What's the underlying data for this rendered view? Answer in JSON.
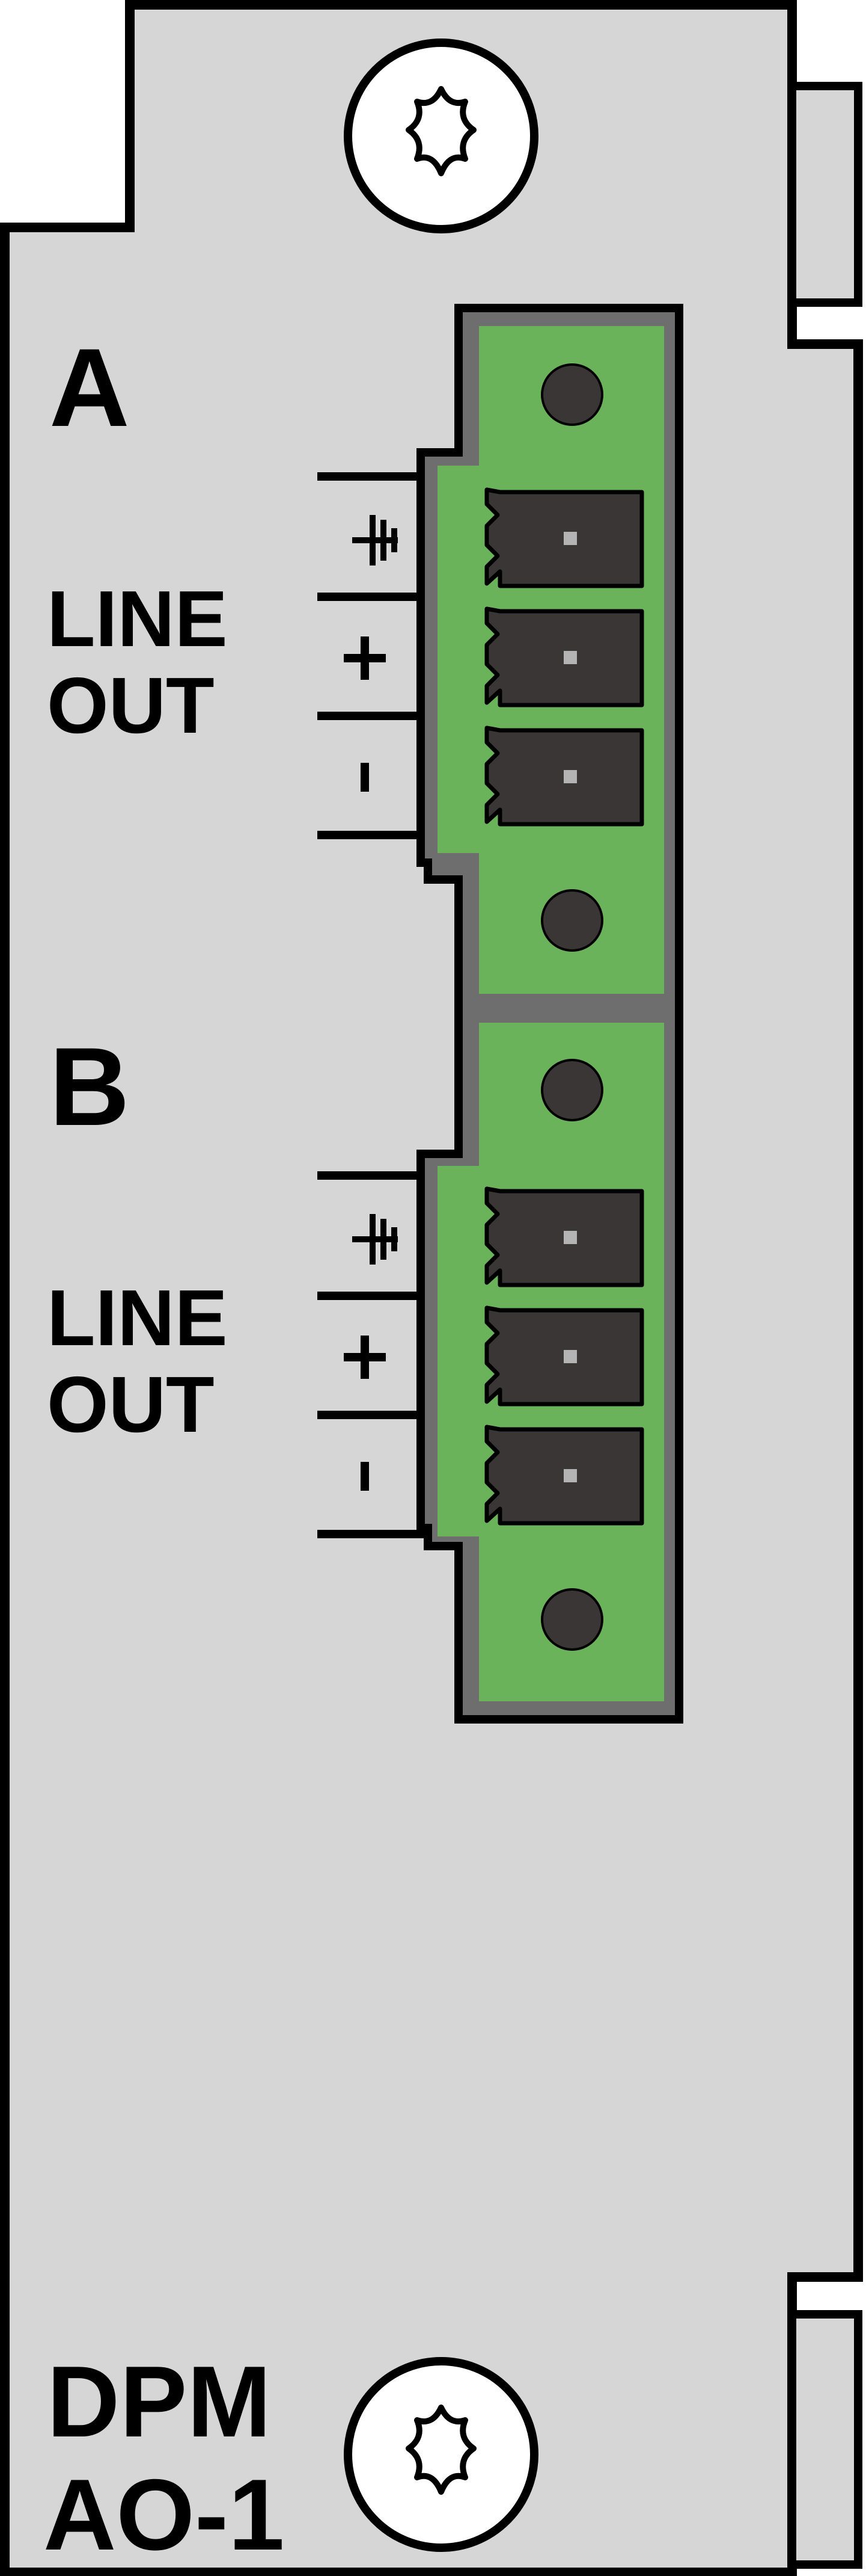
{
  "module": {
    "model_line1": "DPM",
    "model_line2": "AO-1"
  },
  "sections": [
    {
      "id": "a",
      "letter": "A",
      "label_line1": "LINE",
      "label_line2": "OUT",
      "pins": [
        "ground",
        "+",
        "-"
      ]
    },
    {
      "id": "b",
      "letter": "B",
      "label_line1": "LINE",
      "label_line2": "OUT",
      "pins": [
        "ground",
        "+",
        "-"
      ]
    }
  ],
  "colors": {
    "panel": "#d6d6d6",
    "outline": "#000000",
    "connector_green": "#6ab35a",
    "connector_gray": "#6e6e6e",
    "terminal_dark": "#3a3636",
    "terminal_dot": "#b4b4b4"
  }
}
